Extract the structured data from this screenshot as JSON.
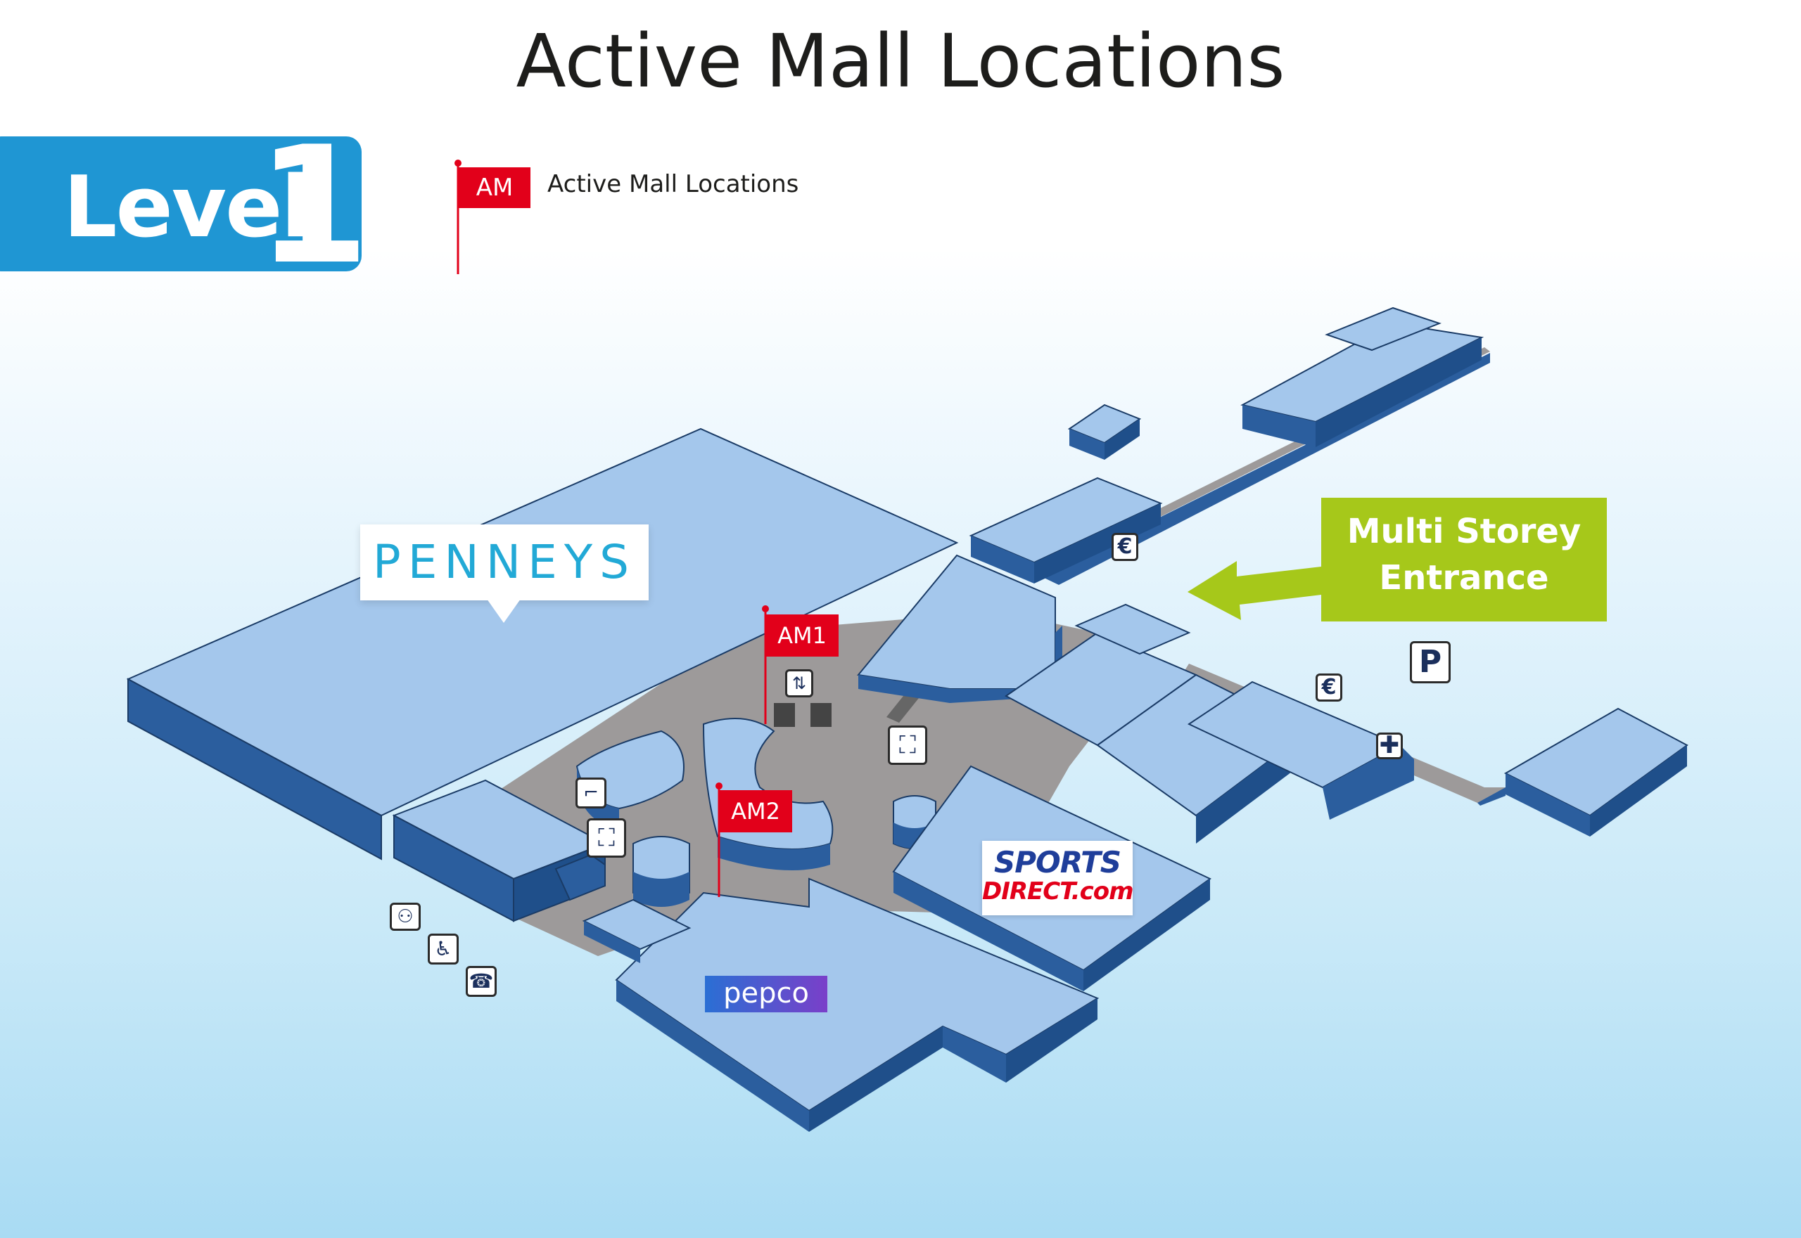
{
  "title": "Active Mall Locations",
  "level": {
    "word": "Level",
    "number": "1"
  },
  "legend": {
    "flag_code": "AM",
    "label": "Active Mall Locations"
  },
  "flags": [
    {
      "label": "AM1"
    },
    {
      "label": "AM2"
    }
  ],
  "stores": {
    "penneys": "PENNEYS",
    "sports_direct_line1": "SPORTS",
    "sports_direct_line2": "DIRECT.com",
    "pepco": "pepco"
  },
  "entrance": {
    "line1": "Multi Storey",
    "line2": "Entrance"
  },
  "signs": {
    "parking": "P",
    "atm": "€",
    "first_aid": "✚"
  },
  "colors": {
    "unit_top": "#a4c7ec",
    "unit_side": "#2b5e9e",
    "floor": "#9d9a9a",
    "flag_red": "#e2001a",
    "badge_blue": "#1f96d3",
    "entrance_green": "#a6c81a"
  },
  "icons": [
    "lift-icon",
    "escalator-icon",
    "stairs-icon",
    "toilet-icon",
    "accessible-icon",
    "phone-icon",
    "arrow-left-icon"
  ]
}
